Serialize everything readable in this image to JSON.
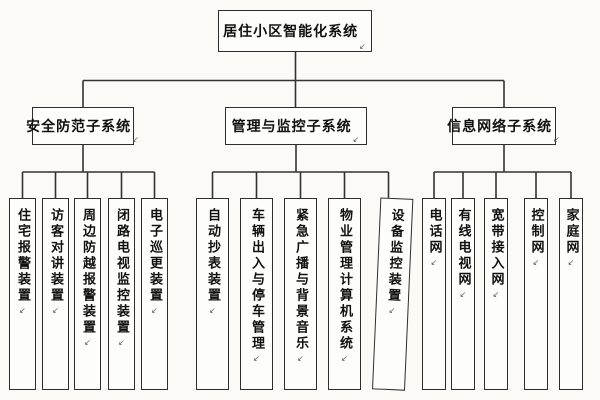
{
  "diagram_title": "居住小区智能化系统",
  "root": {
    "label": "居住小区智能化系统"
  },
  "subsystems": [
    {
      "label": "安全防范子系统",
      "children": [
        "住宅报警装置",
        "访客对讲装置",
        "周边防越报警装置",
        "闭路电视监控装置",
        "电子巡更装置"
      ]
    },
    {
      "label": "管理与监控子系统",
      "children": [
        "自动抄表装置",
        "车辆出入与停车管理",
        "紧急广播与背景音乐",
        "物业管理计算机系统",
        "设备监控装置"
      ]
    },
    {
      "label": "信息网络子系统",
      "children": [
        "电话网",
        "有线电视网",
        "宽带接入网",
        "控制网",
        "家庭网"
      ]
    }
  ],
  "marks": {
    "return_mark": "↙"
  },
  "colors": {
    "background": "#fbfaf7",
    "box_border": "#2e2e2e",
    "line": "#333333",
    "text": "#111111"
  }
}
